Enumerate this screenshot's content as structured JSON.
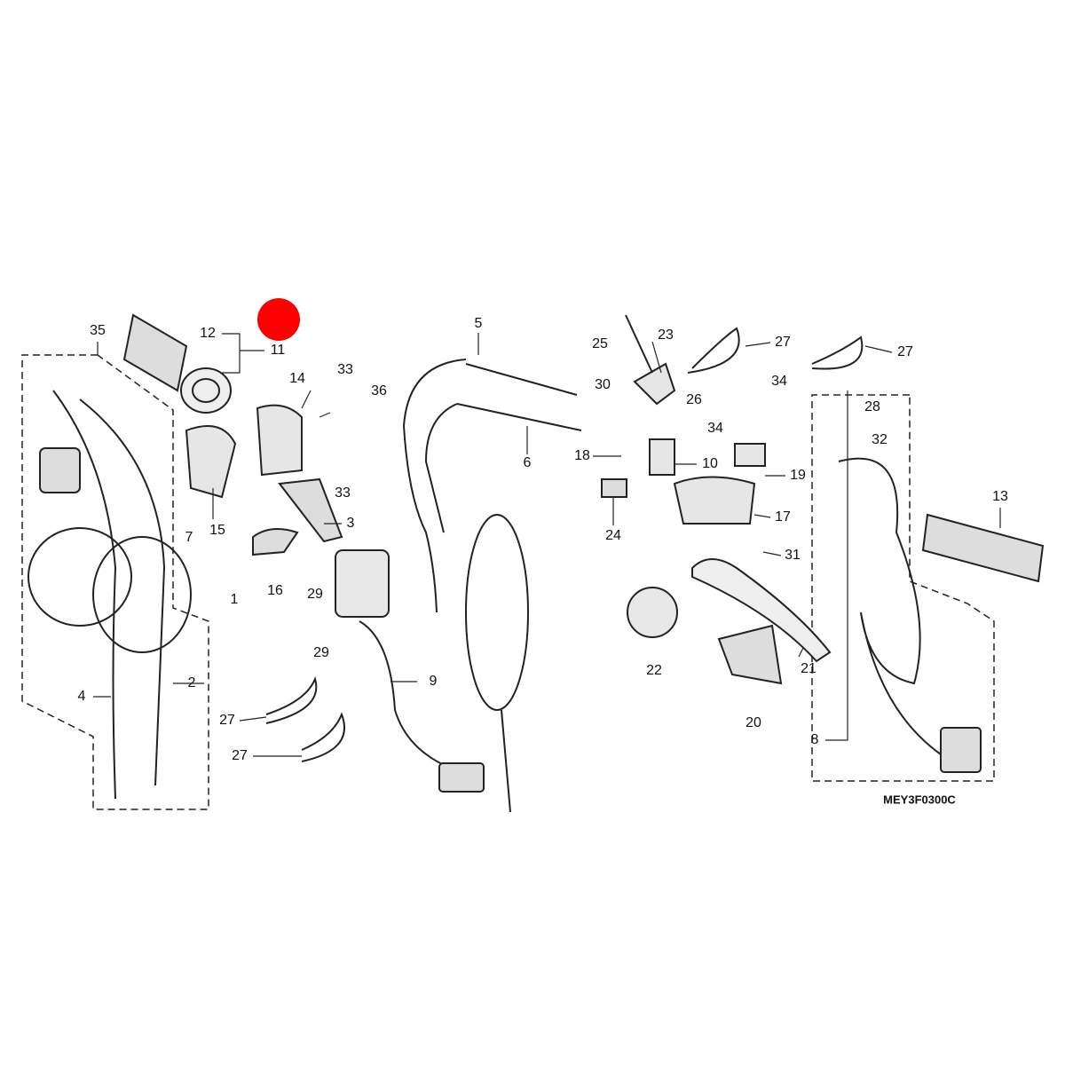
{
  "diagram": {
    "part_labels": [
      "35",
      "12",
      "11",
      "14",
      "33",
      "36",
      "33",
      "15",
      "3",
      "7",
      "16",
      "29",
      "29",
      "1",
      "4",
      "2",
      "27",
      "27",
      "9",
      "5",
      "6",
      "25",
      "23",
      "30",
      "26",
      "27",
      "27",
      "34",
      "34",
      "28",
      "32",
      "18",
      "10",
      "19",
      "17",
      "24",
      "31",
      "13",
      "22",
      "21",
      "20",
      "8"
    ],
    "diagram_code": "MEY3F0300C"
  },
  "colors": {
    "marker": "#ff0000",
    "line": "#222222"
  }
}
